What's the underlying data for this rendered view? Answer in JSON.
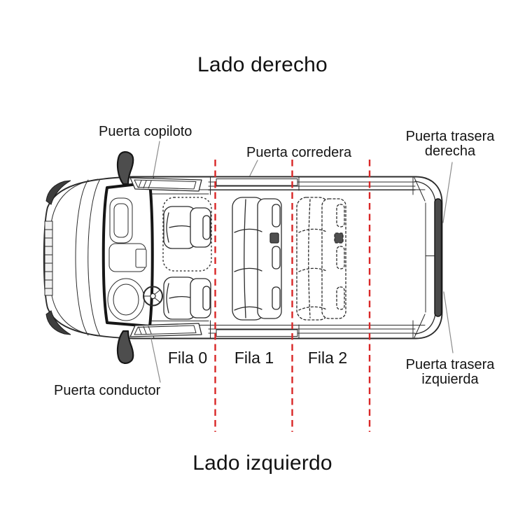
{
  "titles": {
    "top": "Lado derecho",
    "bottom": "Lado izquierdo"
  },
  "door_labels": {
    "front_passenger": "Puerta copiloto",
    "sliding": "Puerta corredera",
    "rear_right": "Puerta trasera derecha",
    "driver": "Puerta conductor",
    "rear_left": "Puerta trasera izquierda"
  },
  "rows": [
    {
      "label": "Fila 0"
    },
    {
      "label": "Fila 1"
    },
    {
      "label": "Fila 2"
    }
  ],
  "colors": {
    "row_divider_red": "#d92727",
    "outline_black": "#2b2b2b",
    "dark_part_gray": "#4a4a4a",
    "leader_line_gray": "#8c8c8c"
  }
}
